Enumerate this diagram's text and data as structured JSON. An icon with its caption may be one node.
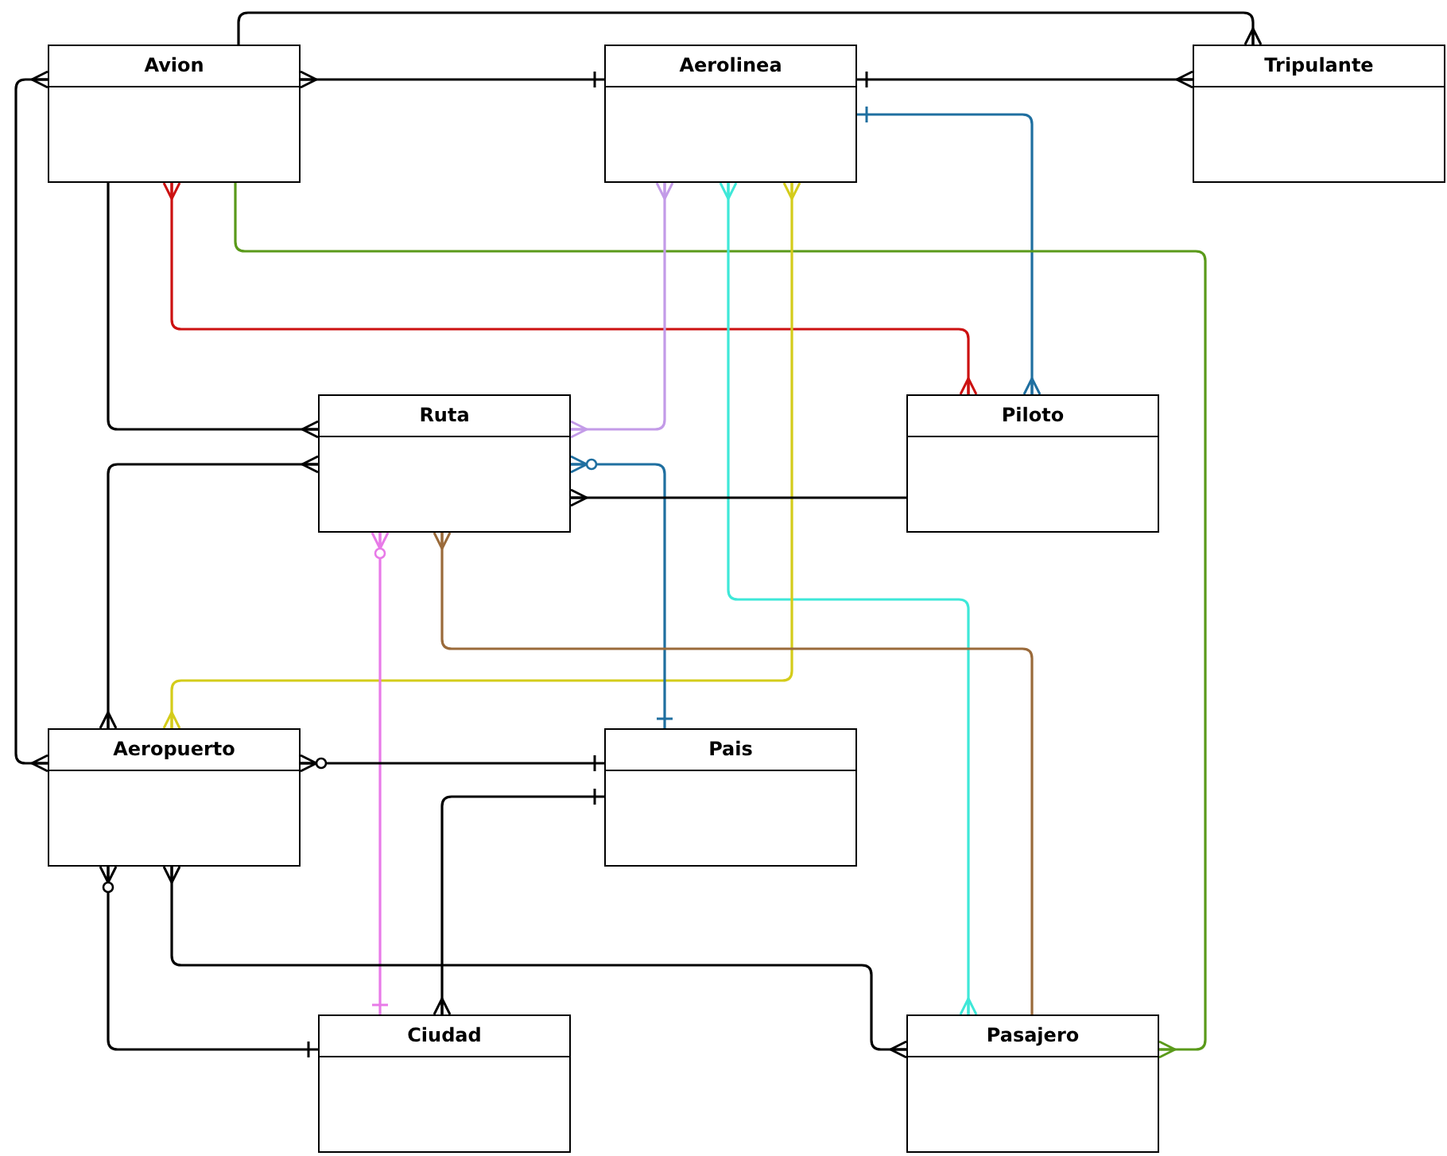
{
  "diagram": {
    "nodes": [
      {
        "text": [
          "Avion"
        ]
      },
      {
        "text": [
          "Aerolinea"
        ]
      },
      {
        "text": [
          "Tripulante"
        ]
      },
      {
        "text": [
          "Ruta"
        ]
      },
      {
        "text": [
          "Piloto"
        ]
      },
      {
        "text": [
          "Aeropuerto"
        ]
      },
      {
        "text": [
          "Pais"
        ]
      },
      {
        "text": [
          "Ciudad"
        ]
      },
      {
        "text": [
          "Pasajero"
        ]
      }
    ],
    "edges": [
      {
        "from": 0,
        "to": 2,
        "arrow": "other"
      },
      {
        "from": 0,
        "to": 1,
        "arrow": "other"
      },
      {
        "from": 1,
        "to": 2,
        "arrow": "other"
      },
      {
        "from": 1,
        "to": 4,
        "arrow": "other",
        "color": "#1f6fa0"
      },
      {
        "from": 0,
        "to": 5,
        "arrow": "other"
      },
      {
        "from": 0,
        "to": 3,
        "arrow": "other"
      },
      {
        "from": 0,
        "to": 4,
        "arrow": "other",
        "color": "#cc1111"
      },
      {
        "from": 0,
        "to": 8,
        "arrow": "other",
        "color": "#5a9a1a"
      },
      {
        "from": 1,
        "to": 3,
        "arrow": "other",
        "color": "#c39be8"
      },
      {
        "from": 1,
        "to": 8,
        "arrow": "other",
        "color": "#3ee8d8"
      },
      {
        "from": 1,
        "to": 5,
        "arrow": "other",
        "color": "#d4cc1a"
      },
      {
        "from": 3,
        "to": 6,
        "arrow": "other",
        "color": "#1f6fa0"
      },
      {
        "from": 4,
        "to": 3,
        "arrow": "other"
      },
      {
        "from": 3,
        "to": 5,
        "arrow": "other"
      },
      {
        "from": 3,
        "to": 7,
        "arrow": "other",
        "color": "#e87ae8"
      },
      {
        "from": 3,
        "to": 8,
        "arrow": "other",
        "color": "#9a6a3a"
      },
      {
        "from": 5,
        "to": 6,
        "arrow": "other"
      },
      {
        "from": 6,
        "to": 7,
        "arrow": "other"
      },
      {
        "from": 5,
        "to": 7,
        "arrow": "other"
      },
      {
        "from": 5,
        "to": 8,
        "arrow": "other"
      }
    ]
  }
}
